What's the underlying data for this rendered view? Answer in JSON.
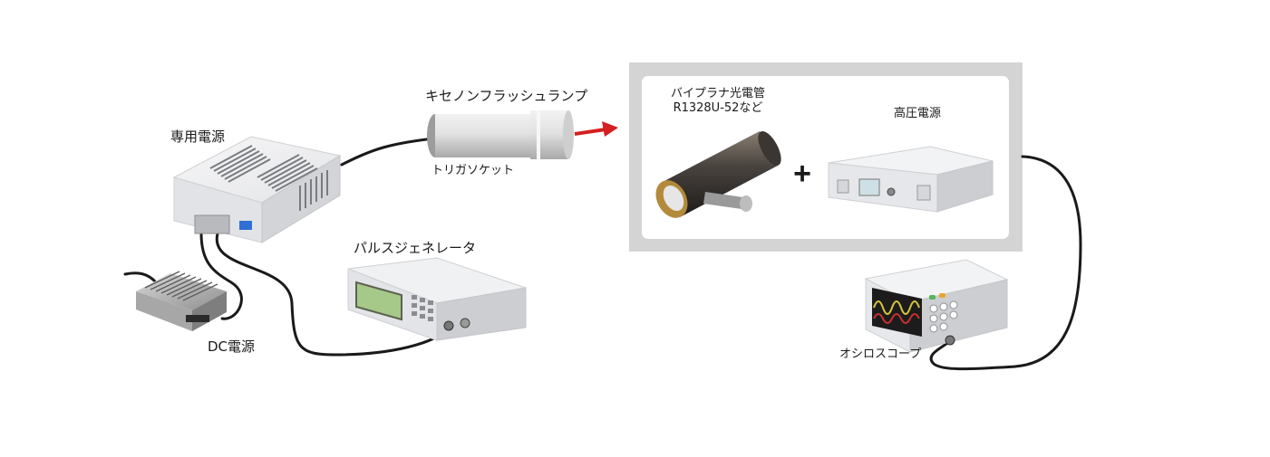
{
  "labels": {
    "dedicated_power_supply": "専用電源",
    "xenon_flash_lamp": "キセノンフラッシュランプ",
    "trigger_socket": "トリガソケット",
    "pulse_generator": "パルスジェネレータ",
    "dc_power_supply": "DC電源",
    "biplanar_phototube_line1": "バイプラナ光電管",
    "biplanar_phototube_line2": "R1328U-52など",
    "high_voltage_power_supply": "高圧電源",
    "oscilloscope": "オシロスコープ"
  },
  "plus_sign": "+",
  "colors": {
    "panel_frame": "#d4d4d4",
    "panel_inner": "#ffffff",
    "cable": "#1a1a1a",
    "arrow": "#d42020",
    "device_body": "#e9eaec",
    "lcd_green": "#a6c98a",
    "scope_screen": "#1c1c1c"
  },
  "icons": [
    "power-supply-icon",
    "xenon-lamp-icon",
    "pulse-generator-icon",
    "dc-power-supply-icon",
    "phototube-icon",
    "hv-power-supply-icon",
    "oscilloscope-icon"
  ]
}
